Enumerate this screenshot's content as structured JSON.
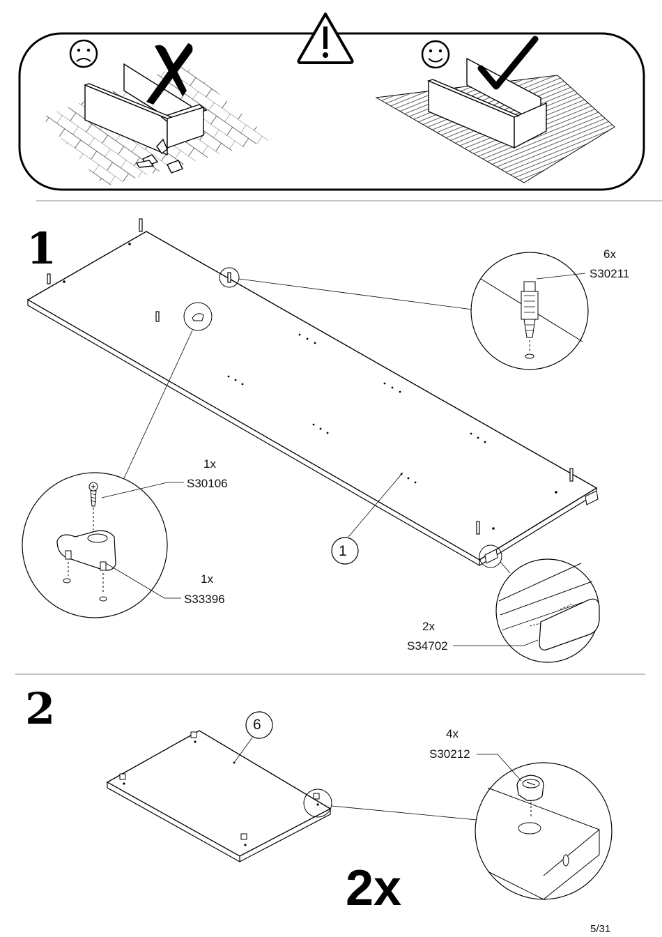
{
  "step1": {
    "number": "1",
    "part_number": "1",
    "callouts": [
      {
        "qty": "6x",
        "code": "S30211"
      },
      {
        "qty": "1x",
        "code": "S30106"
      },
      {
        "qty": "1x",
        "code": "S33396"
      },
      {
        "qty": "2x",
        "code": "S34702"
      }
    ]
  },
  "step2": {
    "number": "2",
    "part_number": "6",
    "callouts": [
      {
        "qty": "4x",
        "code": "S30212"
      }
    ],
    "multiplier": "2x"
  },
  "page": {
    "number": "5/31"
  }
}
